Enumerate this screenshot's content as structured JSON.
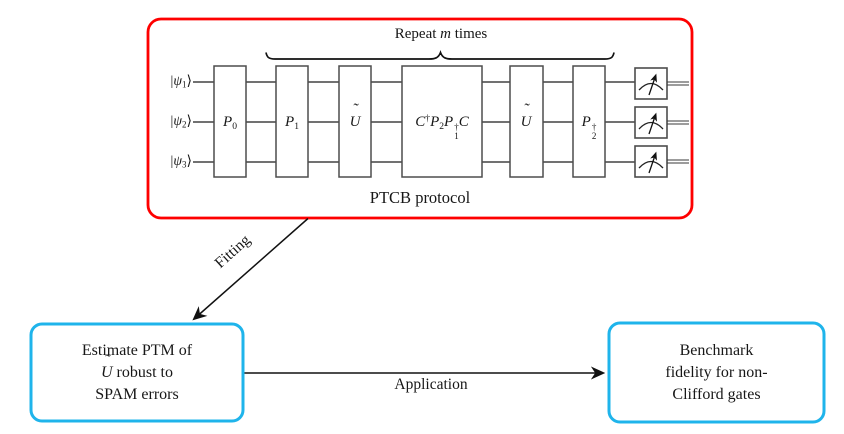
{
  "colors": {
    "red": "#fe0000",
    "cyan": "#1fb4eb",
    "ink": "#171717"
  },
  "protocol": {
    "title": "PTCB protocol",
    "repeat": {
      "pre": "Repeat ",
      "var": "m",
      "post": " times"
    },
    "qubits": [
      {
        "bar": "|",
        "psi": "ψ",
        "sub": "1",
        "ket": "⟩"
      },
      {
        "bar": "|",
        "psi": "ψ",
        "sub": "2",
        "ket": "⟩"
      },
      {
        "bar": "|",
        "psi": "ψ",
        "sub": "3",
        "ket": "⟩"
      }
    ],
    "gates": {
      "p0": {
        "main": "P",
        "sub": "0"
      },
      "p1": {
        "main": "P",
        "sub": "1"
      },
      "u_first": {
        "main": "U",
        "tilde": "˜"
      },
      "central": {
        "c1": "C",
        "c1_sup": "†",
        "p2": "P",
        "p2_sub": "2",
        "p1": "P",
        "p1_sup": "†",
        "p1_sub": "1",
        "c2": "C"
      },
      "u_second": {
        "main": "U",
        "tilde": "˜"
      },
      "p2_dagger": {
        "main": "P",
        "sup": "†",
        "sub": "2"
      }
    }
  },
  "edges": {
    "fitting_label": "Fitting",
    "application_label": "Application"
  },
  "estimate_box": {
    "line1": "Estimate PTM of",
    "u": "U",
    "u_tilde": "˜",
    "line2_rest": " robust to",
    "line3": "SPAM errors"
  },
  "benchmark_box": {
    "line1": "Benchmark",
    "line2": "fidelity for non-",
    "line3": "Clifford gates"
  }
}
